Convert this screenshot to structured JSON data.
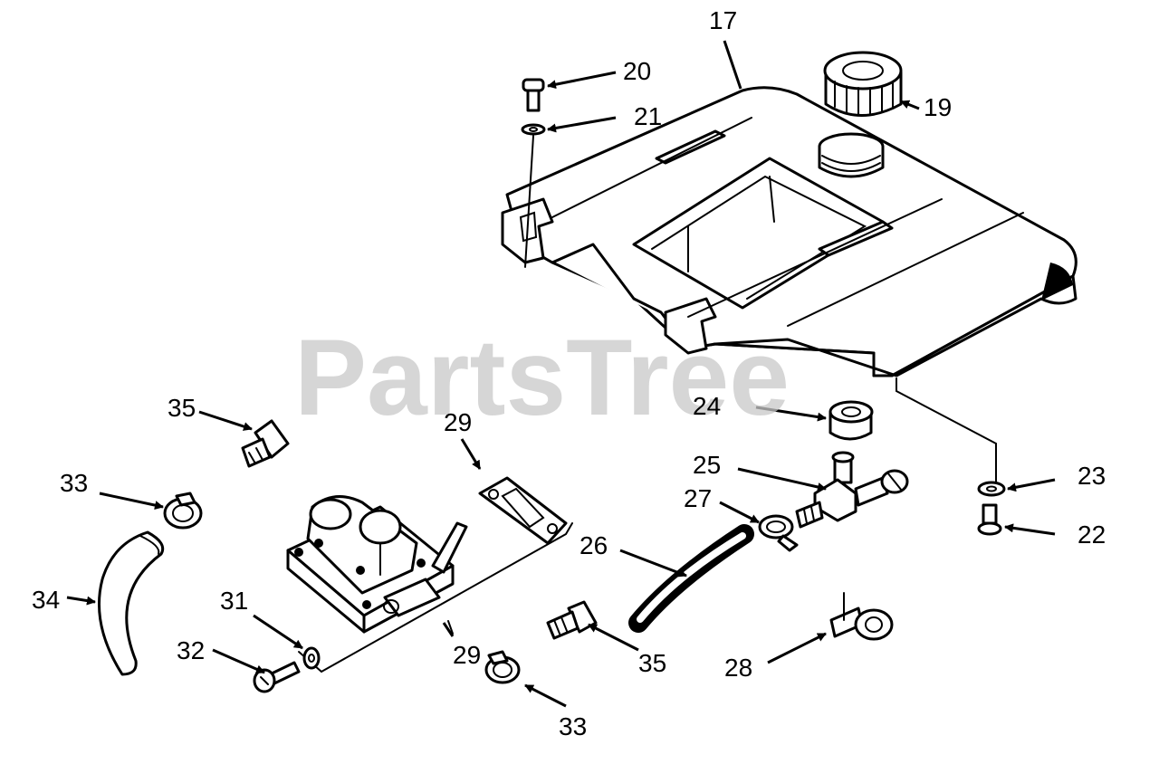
{
  "watermark": "PartsTree",
  "callouts": [
    {
      "id": "c17a",
      "text": "17"
    },
    {
      "id": "c19",
      "text": "19"
    },
    {
      "id": "c20",
      "text": "20"
    },
    {
      "id": "c21",
      "text": "21"
    },
    {
      "id": "c22",
      "text": "22"
    },
    {
      "id": "c23",
      "text": "23"
    },
    {
      "id": "c24",
      "text": "24"
    },
    {
      "id": "c25",
      "text": "25"
    },
    {
      "id": "c26",
      "text": "26"
    },
    {
      "id": "c27",
      "text": "27"
    },
    {
      "id": "c28",
      "text": "28"
    },
    {
      "id": "c29a",
      "text": "29"
    },
    {
      "id": "c29b",
      "text": "29"
    },
    {
      "id": "c31",
      "text": "31"
    },
    {
      "id": "c32",
      "text": "32"
    },
    {
      "id": "c33a",
      "text": "33"
    },
    {
      "id": "c33b",
      "text": "33"
    },
    {
      "id": "c34",
      "text": "34"
    },
    {
      "id": "c35a",
      "text": "35"
    },
    {
      "id": "c35b",
      "text": "35"
    }
  ],
  "colors": {
    "ink": "#000000",
    "background": "#ffffff",
    "watermark": "#c9c9c9"
  }
}
